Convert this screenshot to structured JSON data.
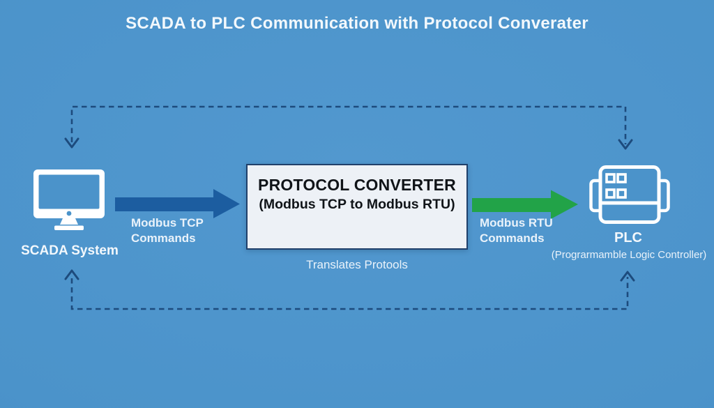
{
  "title": "SCADA to PLC Communication with Protocol Converater",
  "scada": {
    "label": "SCADA System",
    "icon": "monitor-icon"
  },
  "flows": {
    "tcp": {
      "label": "Modbus TCP Commands"
    },
    "rtu": {
      "label": "Modbus RTU Commands"
    }
  },
  "converter": {
    "title": "PROTOCOL CONVERTER",
    "subtitle": "(Modbus TCP to Modbus RTU)",
    "caption": "Translates Protools"
  },
  "plc": {
    "label": "PLC",
    "subtitle": "(Prograrmamble Logic Controller)",
    "icon": "plc-icon"
  },
  "icons": {
    "scada": "monitor-icon",
    "plc": "plc-icon",
    "flow_tcp": "right-arrow-icon",
    "flow_rtu": "right-arrow-icon",
    "dashed_ends": "chevron-arrowhead-icon"
  },
  "colors": {
    "background": "#4b93ca",
    "title_text": "#f2f8fc",
    "dashed_line": "#1d4b7d",
    "arrow_blue": "#1c5da0",
    "arrow_green": "#22a348",
    "box_bg": "#edf1f6",
    "box_border": "#20406a",
    "box_text": "#101418",
    "label_text": "#e9f2fa",
    "icon_white": "#ffffff"
  }
}
